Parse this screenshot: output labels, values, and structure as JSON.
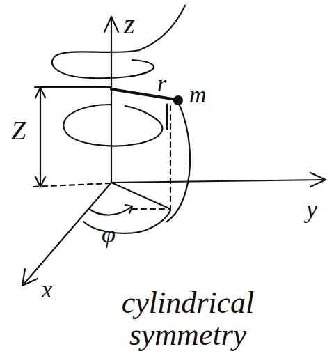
{
  "diagram": {
    "labels": [
      "z",
      "r",
      "m",
      "Z",
      "y",
      "φ",
      "x",
      "cylindrical symmetry"
    ]
  }
}
